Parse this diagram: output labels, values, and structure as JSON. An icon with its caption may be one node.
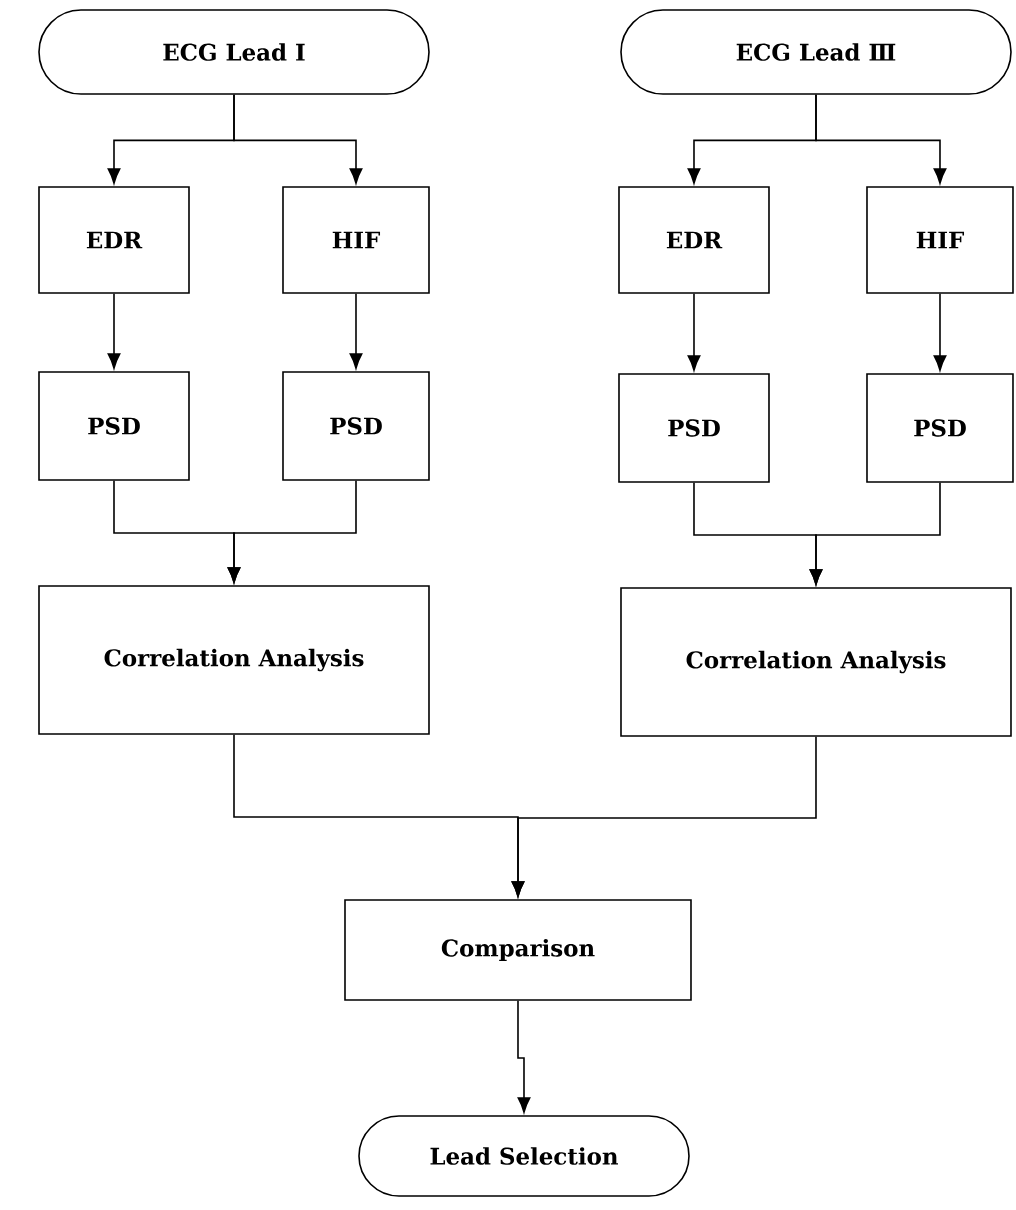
{
  "diagram": {
    "nodes": [
      {
        "text": [
          "ECG Lead Ⅰ"
        ]
      },
      {
        "text": [
          "ECG Lead Ⅲ"
        ]
      },
      {
        "text": [
          "EDR"
        ]
      },
      {
        "text": [
          "HIF"
        ]
      },
      {
        "text": [
          "EDR"
        ]
      },
      {
        "text": [
          "HIF"
        ]
      },
      {
        "text": [
          "PSD"
        ]
      },
      {
        "text": [
          "PSD"
        ]
      },
      {
        "text": [
          "PSD"
        ]
      },
      {
        "text": [
          "PSD"
        ]
      },
      {
        "text": [
          "Correlation Analysis"
        ]
      },
      {
        "text": [
          "Correlation Analysis"
        ]
      },
      {
        "text": [
          "Comparison"
        ]
      },
      {
        "text": [
          "Lead Selection"
        ]
      }
    ],
    "edges": [
      {
        "from": 0,
        "to": 2,
        "arrow": "to"
      },
      {
        "from": 0,
        "to": 3,
        "arrow": "to"
      },
      {
        "from": 1,
        "to": 4,
        "arrow": "to"
      },
      {
        "from": 1,
        "to": 5,
        "arrow": "to"
      },
      {
        "from": 2,
        "to": 6,
        "arrow": "to"
      },
      {
        "from": 3,
        "to": 7,
        "arrow": "to"
      },
      {
        "from": 4,
        "to": 8,
        "arrow": "to"
      },
      {
        "from": 5,
        "to": 9,
        "arrow": "to"
      },
      {
        "from": 6,
        "to": 10,
        "arrow": "to"
      },
      {
        "from": 7,
        "to": 10,
        "arrow": "to"
      },
      {
        "from": 8,
        "to": 11,
        "arrow": "to"
      },
      {
        "from": 9,
        "to": 11,
        "arrow": "to"
      },
      {
        "from": 10,
        "to": 12,
        "arrow": "to"
      },
      {
        "from": 11,
        "to": 12,
        "arrow": "to"
      },
      {
        "from": 12,
        "to": 13,
        "arrow": "to"
      }
    ]
  }
}
